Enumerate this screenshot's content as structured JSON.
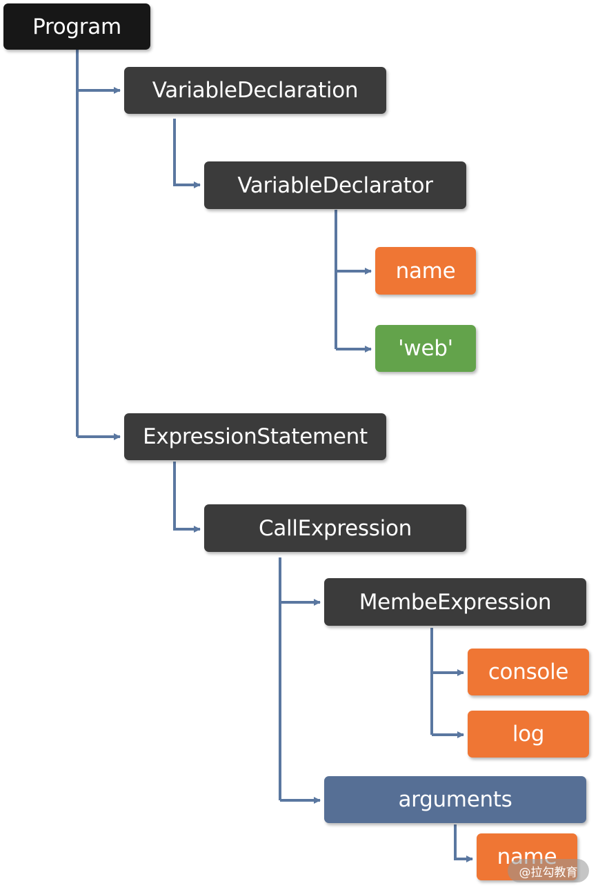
{
  "colors": {
    "root": "#171717",
    "node": "#3b3b3b",
    "identifier": "#ef7634",
    "literal": "#63a34b",
    "arguments": "#566f95",
    "connector": "#5a77a0"
  },
  "tree": {
    "program": "Program",
    "variable_declaration": "VariableDeclaration",
    "variable_declarator": "VariableDeclarator",
    "declarator_name": "name",
    "declarator_init": "'web'",
    "expression_statement": "ExpressionStatement",
    "call_expression": "CallExpression",
    "member_expression": "MembeExpression",
    "member_object": "console",
    "member_property": "log",
    "arguments": "arguments",
    "argument_name": "name"
  },
  "watermark": "@拉勾教育"
}
